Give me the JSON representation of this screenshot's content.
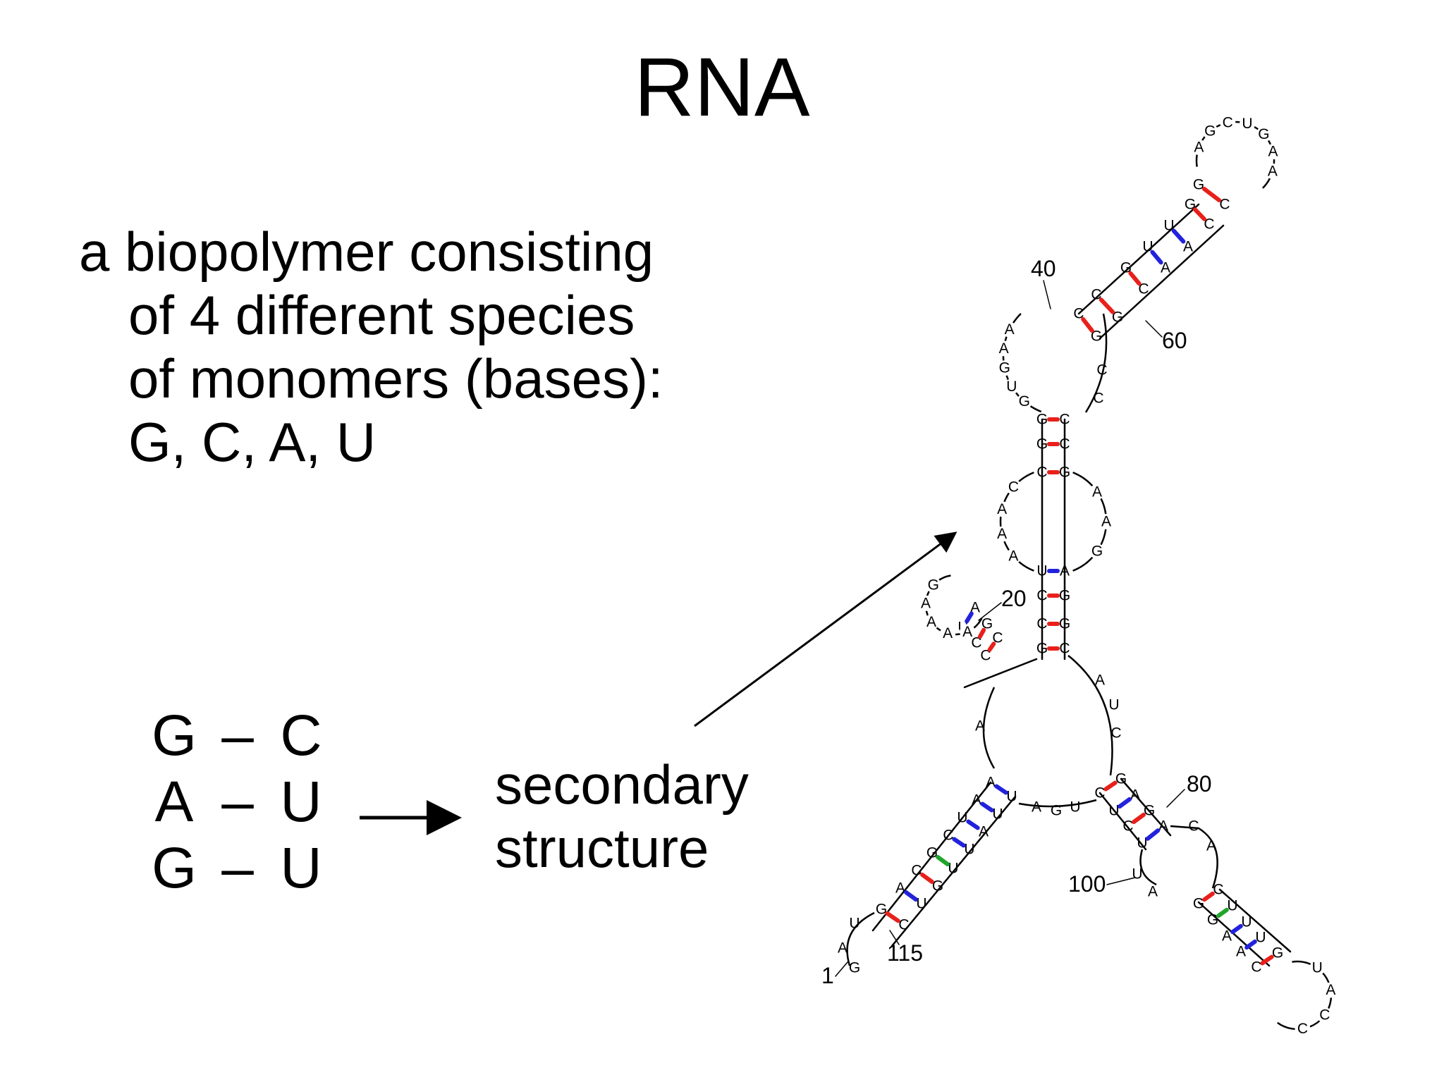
{
  "title": "RNA",
  "description": {
    "lines": [
      "a biopolymer consisting",
      "of 4 different species",
      "of monomers (bases):",
      "G, C, A, U"
    ]
  },
  "pairs": [
    {
      "left": "G",
      "dash": "–",
      "right": "C"
    },
    {
      "left": "A",
      "dash": "–",
      "right": "U"
    },
    {
      "left": "G",
      "dash": "–",
      "right": "U"
    }
  ],
  "result": {
    "line1": "secondary",
    "line2": "structure"
  },
  "structure": {
    "position_labels": [
      "1",
      "20",
      "40",
      "60",
      "80",
      "100",
      "115"
    ],
    "pair_colors": {
      "GC": "#e8201c",
      "AU": "#2222dd",
      "GU": "#1fa52a"
    },
    "terminal_5": [
      "G",
      "A",
      "U"
    ],
    "hairpin_20": [
      "A",
      "A",
      "A",
      "A",
      "G"
    ],
    "loop_40": [
      "G",
      "U",
      "G",
      "A",
      "A"
    ],
    "hairpin_top": [
      "A",
      "G",
      "C",
      "U",
      "G",
      "A",
      "A"
    ],
    "loop_mid_left": [
      "C",
      "A",
      "A",
      "A"
    ],
    "loop_mid_right": [
      "A",
      "A",
      "G"
    ],
    "hairpin_80": [
      "A",
      "C",
      "A"
    ],
    "hairpin_bottom": [
      "U",
      "A",
      "C",
      "C"
    ],
    "junction_top_right": [
      "A",
      "U",
      "C"
    ],
    "junction_left": [
      "A"
    ],
    "junction_bottom": [
      "A",
      "G",
      "U"
    ]
  }
}
